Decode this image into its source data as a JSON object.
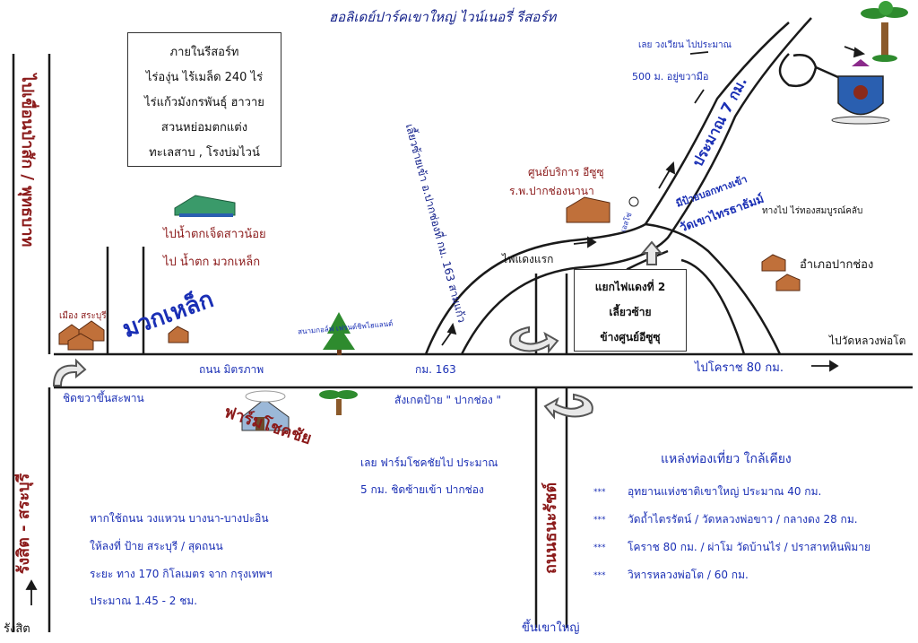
{
  "title": "ฮอลิเดย์ปาร์คเขาใหญ่ ไวน์เนอรี่ รีสอร์ท",
  "resort_box": {
    "lines": [
      "ภายในรีสอร์ท",
      "ไร่องุ่น ไร้เมล็ด 240 ไร่",
      "ไร่แก้วมังกรพันธุ์ ฮาวาย",
      "สวนหย่อมตกแต่ง",
      "ทะเลสาบ , โรงบ่มไวน์"
    ]
  },
  "intersection_box": {
    "lines": [
      "แยกไฟแดงที่ 2",
      "เลี้ยวซ้าย",
      "ข้างศูนย์อีซูซุ"
    ]
  },
  "labels": {
    "left_road_top": "ไปเขื่อนป่าสัก / พุทธบาท",
    "left_road_bottom": "รังสิต - สระบุรี",
    "rangsit": "รังสิต",
    "saraburi": "เมือง สระบุรี",
    "muak_lek": "มวกเหล็ก",
    "waterfall": "ไปน้ำตกเจ็ดสาวน้อย",
    "waterfall2": "ไป น้ำตก มวกเหล็ก",
    "farm_sign": "ฟาร์มโชคชัย",
    "friendship_rd": "ถนน มิตรภาพ",
    "uturn_left": "ชิดขวาขึ้นสะพาน",
    "km163": "กม. 163",
    "sign_note": "สังเกตป้าย  \" ปากช่อง \"",
    "korat": "ไปโคราช  80  กม.",
    "luang_pho": "ไปวัดหลวงพ่อโต",
    "pak_chong": "อำเภอปากช่อง",
    "isuzu": "ศูนย์บริการ อีซูซุ",
    "hospital": "ร.พ.ปากช่องนานา",
    "gas": "เอสโซ่",
    "light1": "ไฟแดงแรก",
    "diag_road": "เลี้ยวซ้ายเข้า อ.ปากช่องที่ กม. 163 สามแก้ว",
    "farm_diag": "สนามกอล์ฟ เฟรนด์ชิพไฮแลนด์",
    "km7": "ประมาณ 7 กม.",
    "temple_sign": "มีป้ายบอกทางเข้า",
    "temple_name": "วัดเขาไทรธาธัมม์",
    "thongsomboon": "ทางไป ไร่ทองสมบูรณ์คลับ",
    "pass_curve": "เลย วงเวียน ไปประมาณ",
    "500m": "500 ม. อยู่ขวามือ",
    "thanarat": "ถนนธนะรัชต์",
    "khao_yai": "ขึ้นเขาใหญ่",
    "farm_note1": "เลย ฟาร์มโชคชัยไป ประมาณ",
    "farm_note2": "5  กม. ชิดซ้ายเข้า ปากช่อง",
    "route1": "หากใช้ถนน วงแหวน บางนา-บางปะอิน",
    "route2": "ให้ลงที่ ป้าย สระบุรี  / สุดถนน",
    "route3": "ระยะ ทาง  170  กิโลเมตร  จาก กรุงเทพฯ",
    "route4": "ประมาณ 1.45 - 2  ชม."
  },
  "attractions": {
    "heading": "แหล่งท่องเที่ยว ใกล้เคียง",
    "bullet": "***",
    "items": [
      "อุทยานแห่งชาติเขาใหญ่ ประมาณ  40  กม.",
      "วัดถ้ำไตรรัตน์ / วัดหลวงพ่อขาว / กลางดง   28  กม.",
      "โคราช  80 กม. / ผ่าโม วัดบ้านไร่ / ปราสาทหินพิมาย",
      "วิหารหลวงพ่อโต / 60 กม."
    ]
  },
  "colors": {
    "road": "#1a1a1a",
    "blue_text": "#1a2fb5",
    "red_text": "#8b1a1a",
    "green_tree": "#2e8b2e"
  },
  "icons": [
    "palm-tree-icon",
    "resort-emblem-icon",
    "house-icon",
    "pine-tree-icon",
    "u-turn-arrow-icon",
    "arrow-icon"
  ]
}
